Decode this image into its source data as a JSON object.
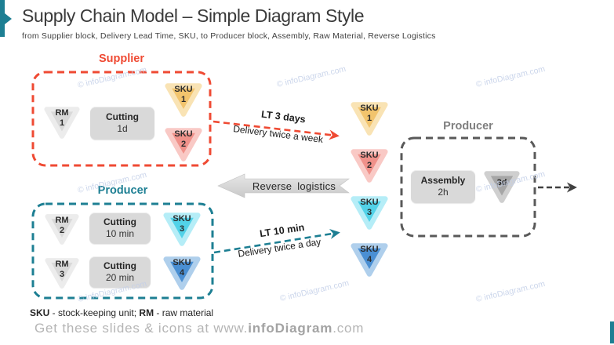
{
  "slide": {
    "title": "Supply Chain Model – Simple Diagram Style",
    "subtitle": "from Supplier block, Delivery Lead Time, SKU, to Producer block, Assembly, Raw Material, Reverse Logistics"
  },
  "supplier": {
    "label": "Supplier",
    "rm": {
      "line1": "RM",
      "line2": "1"
    },
    "process": {
      "name": "Cutting",
      "duration": "1d"
    },
    "sku1": {
      "line1": "SKU",
      "line2": "1"
    },
    "sku2": {
      "line1": "SKU",
      "line2": "2"
    }
  },
  "producer_left": {
    "label": "Producer",
    "row1": {
      "rm": {
        "line1": "RM",
        "line2": "2"
      },
      "process": {
        "name": "Cutting",
        "duration": "10 min"
      },
      "sku": {
        "line1": "SKU",
        "line2": "3"
      }
    },
    "row2": {
      "rm": {
        "line1": "RM",
        "line2": "3"
      },
      "process": {
        "name": "Cutting",
        "duration": "20 min"
      },
      "sku": {
        "line1": "SKU",
        "line2": "4"
      }
    }
  },
  "flows": {
    "supplier_to_center": {
      "lt": "LT 3 days",
      "frequency": "Delivery twice a week"
    },
    "reverse": {
      "label": "Reverse logistics"
    },
    "producer_to_center": {
      "lt": "LT 10 min",
      "frequency": "Delivery twice a day"
    }
  },
  "center_skus": [
    {
      "line1": "SKU",
      "line2": "1"
    },
    {
      "line1": "SKU",
      "line2": "2"
    },
    {
      "line1": "SKU",
      "line2": "3"
    },
    {
      "line1": "SKU",
      "line2": "4"
    }
  ],
  "producer_right": {
    "label": "Producer",
    "process": {
      "name": "Assembly",
      "duration": "2h"
    },
    "lead_time_triangle": "3d"
  },
  "footnote": {
    "sku_term": "SKU",
    "sku_def": " - stock-keeping unit; ",
    "rm_term": "RM",
    "rm_def": " - raw material"
  },
  "footer": {
    "prefix": "Get these slides & icons at www.",
    "brand": "infoDiagram",
    "suffix": ".com"
  },
  "watermark": "© infoDiagram.com",
  "colors": {
    "accent_teal": "#1D7F93",
    "supplier_red": "#EF4A33",
    "right_block_gray": "#595959",
    "sku1_fill": "#F2C46D",
    "sku1_stroke": "#F9E3B4",
    "sku2_fill": "#F0918A",
    "sku2_stroke": "#F9C9C5",
    "sku3_fill": "#52D2E8",
    "sku3_stroke": "#B5EDF7",
    "sku4_fill": "#4A8FD3",
    "sku4_stroke": "#AFCFEC",
    "rm_fill": "#D9D9D9",
    "rm_stroke": "#ECECEC",
    "lead_fill": "#A6A6A6",
    "lead_stroke": "#CFCFCF"
  }
}
